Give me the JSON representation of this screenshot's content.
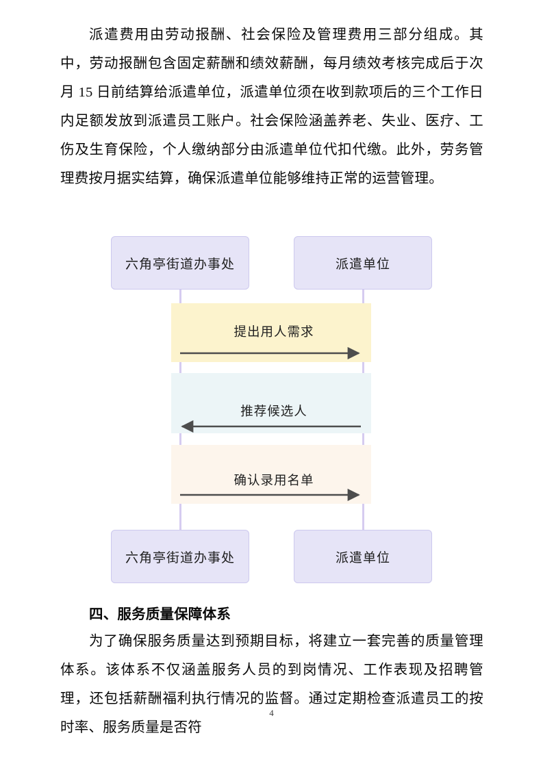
{
  "document": {
    "page_number": "4",
    "paragraph_top": "派遣费用由劳动报酬、社会保险及管理费用三部分组成。其中，劳动报酬包含固定薪酬和绩效薪酬，每月绩效考核完成后于次月 15 日前结算给派遣单位，派遣单位须在收到款项后的三个工作日内足额发放到派遣员工账户。社会保险涵盖养老、失业、医疗、工伤及生育保险，个人缴纳部分由派遣单位代扣代缴。此外，劳务管理费按月据实结算，确保派遣单位能够维持正常的运营管理。",
    "heading_four": "四、服务质量保障体系",
    "paragraph_bottom": "为了确保服务质量达到预期目标，将建立一套完善的质量管理体系。该体系不仅涵盖服务人员的到岗情况、工作表现及招聘管理，还包括薪酬福利执行情况的监督。通过定期检查派遣员工的按时率、服务质量是否符"
  },
  "diagram": {
    "type": "sequence-diagram",
    "participants": [
      {
        "id": "office",
        "label": "六角亭街道办事处"
      },
      {
        "id": "dispatch",
        "label": "派遣单位"
      }
    ],
    "messages": [
      {
        "index": 1,
        "label": "提出用人需求",
        "from": "office",
        "to": "dispatch",
        "direction": "right",
        "band_color": "#fcf3cd"
      },
      {
        "index": 2,
        "label": "推荐候选人",
        "from": "dispatch",
        "to": "office",
        "direction": "left",
        "band_color": "#ecf5f7"
      },
      {
        "index": 3,
        "label": "确认录用名单",
        "from": "office",
        "to": "dispatch",
        "direction": "right",
        "band_color": "#fdf5ec"
      }
    ],
    "colors": {
      "participant_fill": "#e6e4f7",
      "participant_border": "#ccc8ee",
      "lifeline": "#d6ccf0",
      "arrow": "#4d4d4d"
    }
  }
}
